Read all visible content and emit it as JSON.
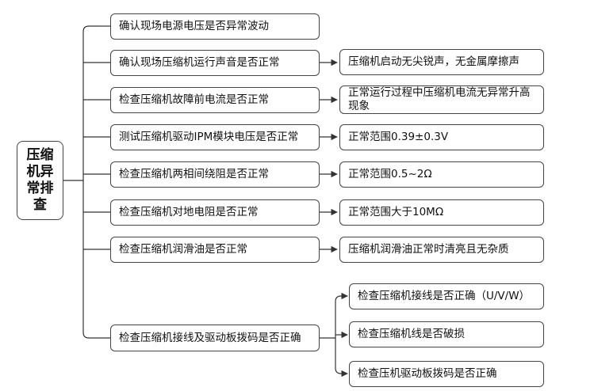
{
  "root": {
    "label": "压缩机异常排查"
  },
  "checks": [
    {
      "label": "确认现场电源电压是否异常波动"
    },
    {
      "label": "确认现场压缩机运行声音是否正常",
      "result": "压缩机启动无尖锐声，无金属摩擦声"
    },
    {
      "label": "检查压缩机故障前电流是否正常",
      "result": "正常运行过程中压缩机电流无异常升高现象"
    },
    {
      "label": "测试压缩机驱动IPM模块电压是否正常",
      "result": "正常范围0.39±0.3V"
    },
    {
      "label": "检查压缩机两相间绕阻是否正常",
      "result": "正常范围0.5~2Ω"
    },
    {
      "label": "检查压缩机对地电阻是否正常",
      "result": "正常范围大于10MΩ"
    },
    {
      "label": "检查压缩机润滑油是否正常",
      "result": "压缩机润滑油正常时清亮且无杂质"
    },
    {
      "label": "检查压缩机接线及驱动板拨码是否正确",
      "subchecks": [
        {
          "label": "检查压缩机接线是否正确（U/V/W）"
        },
        {
          "label": "检查压缩机线是否破损"
        },
        {
          "label": "检查压机驱动板拨码是否正确"
        }
      ]
    }
  ]
}
